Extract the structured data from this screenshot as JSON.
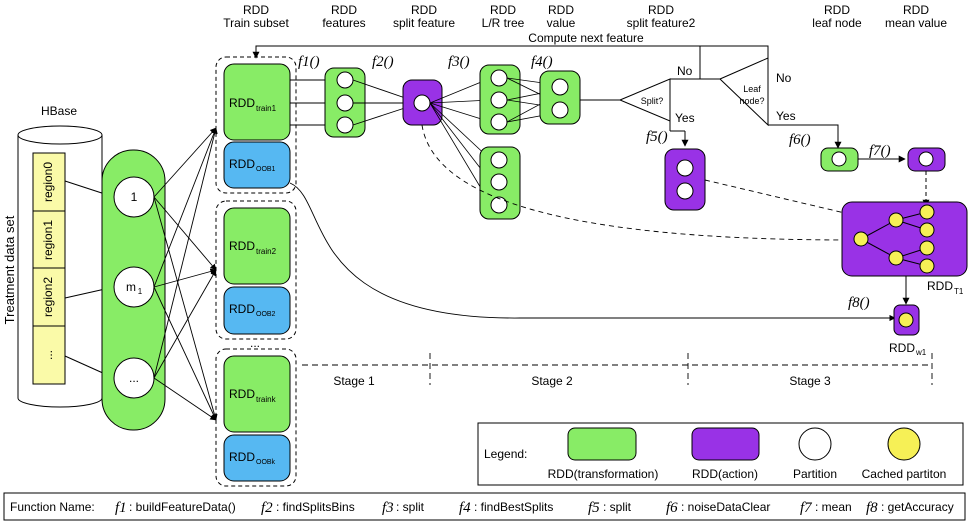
{
  "colors": {
    "transformation": "#88ec66",
    "action": "#9932e6",
    "cached": "#f6f056",
    "oob": "#56b8f2",
    "region": "#fafaa8"
  },
  "headers": {
    "h1a": "RDD",
    "h1b": "Train subset",
    "h2a": "RDD",
    "h2b": "features",
    "h3a": "RDD",
    "h3b": "split feature",
    "h4a": "RDD",
    "h4b": "L/R tree",
    "h5a": "RDD",
    "h5b": "value",
    "h6a": "RDD",
    "h6b": "split feature2",
    "h7a": "RDD",
    "h7b": "leaf node",
    "h8a": "RDD",
    "h8b": "mean value"
  },
  "compute_next": "Compute next feature",
  "hbase": "HBase",
  "dataset_label": "Treatment data set",
  "regions": [
    "region0",
    "region1",
    "region2",
    "..."
  ],
  "partitions": {
    "p1": "1",
    "pm": "m",
    "pm_sub": "1",
    "pdots": "..."
  },
  "rdd": {
    "rdd": "RDD",
    "train1": "train1",
    "oob1": "OOB1",
    "train2": "train2",
    "oob2": "OOB2",
    "traink": "traink",
    "oobk": "OOBk",
    "t1": "T1",
    "w1": "w1",
    "dots": "..."
  },
  "functions": {
    "f1": "f1()",
    "f2": "f2()",
    "f3": "f3()",
    "f4": "f4()",
    "f5": "f5()",
    "f6": "f6()",
    "f7": "f7()",
    "f8": "f8()"
  },
  "decisions": {
    "split": "Split?",
    "leaf1": "Leaf",
    "leaf2": "node?",
    "no1": "No",
    "yes1": "Yes",
    "no2": "No",
    "yes2": "Yes"
  },
  "stages": [
    "Stage 1",
    "Stage 2",
    "Stage 3"
  ],
  "legend": {
    "title": "Legend:",
    "transformation": "RDD(transformation)",
    "action": "RDD(action)",
    "partition": "Partition",
    "cached": "Cached partiton"
  },
  "footer": {
    "prefix": "Function Name:",
    "items": [
      {
        "f": "f1",
        "name": ": buildFeatureData()"
      },
      {
        "f": "f2",
        "name": ": findSplitsBins"
      },
      {
        "f": "f3",
        "name": ": split"
      },
      {
        "f": "f4",
        "name": ": findBestSplits"
      },
      {
        "f": "f5",
        "name": ": split"
      },
      {
        "f": "f6",
        "name": ": noiseDataClear"
      },
      {
        "f": "f7",
        "name": ": mean"
      },
      {
        "f": "f8",
        "name": ": getAccuracy"
      }
    ]
  }
}
